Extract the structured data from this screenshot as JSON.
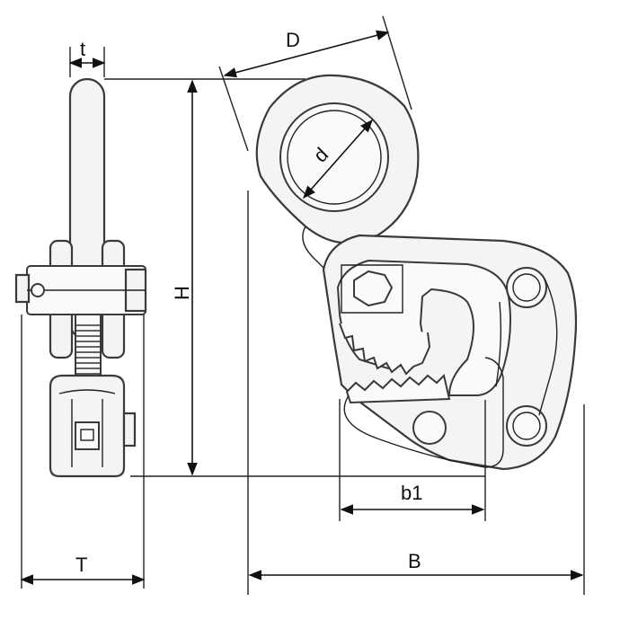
{
  "diagram": {
    "labels": {
      "t": "t",
      "D": "D",
      "d": "d",
      "H": "H",
      "b1": "b1",
      "T": "T",
      "B": "B"
    },
    "colors": {
      "line": "#222222",
      "body_fill": "#f4f4f4",
      "background": "#ffffff"
    }
  }
}
